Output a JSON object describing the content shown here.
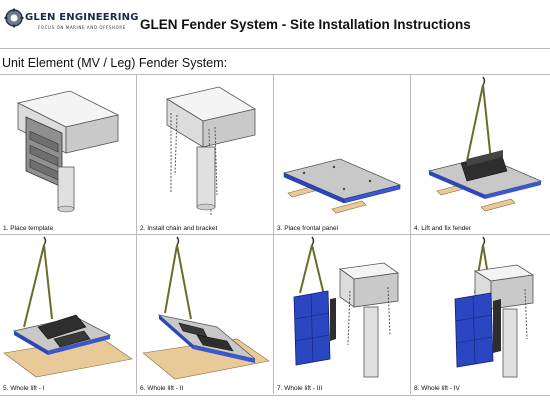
{
  "header": {
    "logo_name": "GLEN ENGINEERING",
    "logo_tagline": "FOCUS ON MARINE AND OFFSHORE",
    "title": "GLEN Fender System - Site Installation Instructions"
  },
  "section_title": "Unit Element (MV / Leg) Fender System:",
  "steps": [
    {
      "caption": "1.  Place template",
      "icon": "concrete-block-with-template"
    },
    {
      "caption": "2.  Install chain and bracket",
      "icon": "concrete-block-with-chains"
    },
    {
      "caption": "3.  Place frontal panel",
      "icon": "frontal-panel-on-timber"
    },
    {
      "caption": "4.  Lift and fix fender",
      "icon": "crane-lifting-fender"
    },
    {
      "caption": "5.  Whole lift - I",
      "icon": "whole-lift-panel-flat"
    },
    {
      "caption": "6.  Whole lift - II",
      "icon": "whole-lift-panel-tilted"
    },
    {
      "caption": "7.  Whole lift - III",
      "icon": "whole-lift-panel-vertical"
    },
    {
      "caption": "8.  Whole lift - IV",
      "icon": "whole-lift-panel-fixed"
    }
  ],
  "colors": {
    "panel_blue": "#2a46c0",
    "fender_dark": "#2e2e2e",
    "concrete": "#e6e6e6",
    "timber": "#e8c998",
    "sling": "#6b6b2a"
  }
}
